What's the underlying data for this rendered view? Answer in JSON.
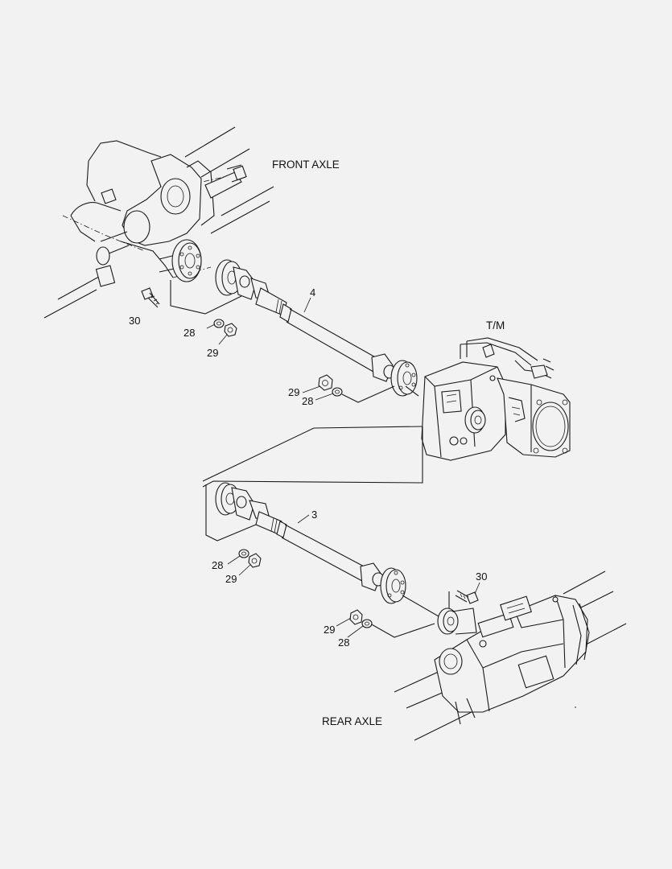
{
  "captions": {
    "front_axle": "FRONT AXLE",
    "transmission": "T/M",
    "rear_axle": "REAR AXLE"
  },
  "callouts": {
    "front_bolt": "30",
    "front_washer": "28",
    "front_nut": "29",
    "front_shaft": "4",
    "tm_nut": "29",
    "tm_washer": "28",
    "rear_shaft": "3",
    "rear_upper_washer": "28",
    "rear_upper_nut": "29",
    "rear_bolt": "30",
    "rear_lower_nut": "29",
    "rear_lower_washer": "28"
  }
}
